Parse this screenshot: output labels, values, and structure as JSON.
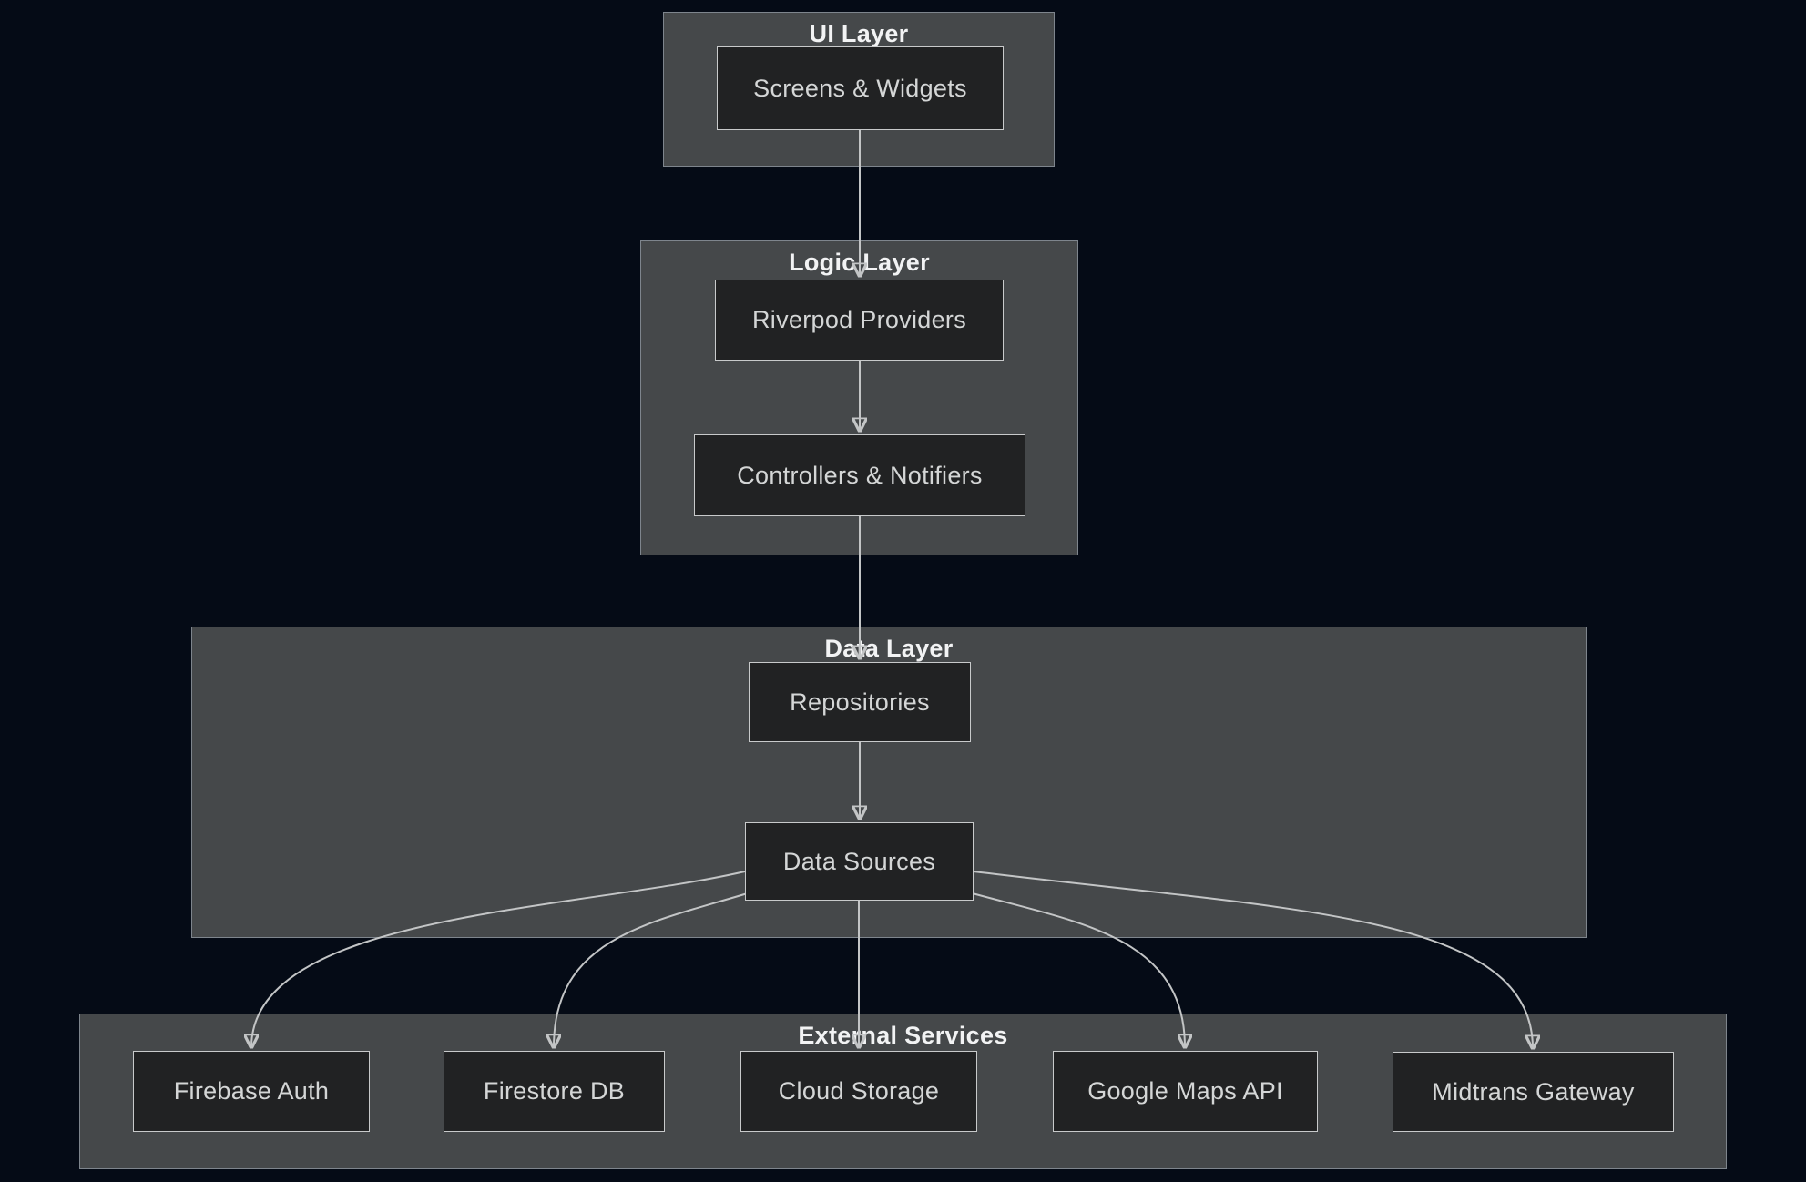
{
  "diagram": {
    "type": "flowchart",
    "direction": "top-down",
    "clusters": [
      {
        "id": "ui_layer",
        "title": "UI Layer",
        "nodes": [
          {
            "id": "screens",
            "label": "Screens & Widgets"
          }
        ]
      },
      {
        "id": "logic_layer",
        "title": "Logic Layer",
        "nodes": [
          {
            "id": "providers",
            "label": "Riverpod Providers"
          },
          {
            "id": "controllers",
            "label": "Controllers & Notifiers"
          }
        ]
      },
      {
        "id": "data_layer",
        "title": "Data Layer",
        "nodes": [
          {
            "id": "repositories",
            "label": "Repositories"
          },
          {
            "id": "datasources",
            "label": "Data Sources"
          }
        ]
      },
      {
        "id": "external_services",
        "title": "External Services",
        "nodes": [
          {
            "id": "firebase_auth",
            "label": "Firebase Auth"
          },
          {
            "id": "firestore_db",
            "label": "Firestore DB"
          },
          {
            "id": "cloud_storage",
            "label": "Cloud Storage"
          },
          {
            "id": "google_maps",
            "label": "Google Maps API"
          },
          {
            "id": "midtrans",
            "label": "Midtrans Gateway"
          }
        ]
      }
    ],
    "edges": [
      {
        "from": "Screens & Widgets",
        "to": "Riverpod Providers"
      },
      {
        "from": "Riverpod Providers",
        "to": "Controllers & Notifiers"
      },
      {
        "from": "Controllers & Notifiers",
        "to": "Repositories"
      },
      {
        "from": "Repositories",
        "to": "Data Sources"
      },
      {
        "from": "Data Sources",
        "to": "Firebase Auth"
      },
      {
        "from": "Data Sources",
        "to": "Firestore DB"
      },
      {
        "from": "Data Sources",
        "to": "Cloud Storage"
      },
      {
        "from": "Data Sources",
        "to": "Google Maps API"
      },
      {
        "from": "Data Sources",
        "to": "Midtrans Gateway"
      }
    ],
    "colors": {
      "background": "#050b16",
      "cluster_fill": "#45484a",
      "cluster_border": "#7e858d",
      "node_fill": "#212223",
      "node_border": "#c8cacb",
      "node_text": "#d4d6d6",
      "cluster_title_text": "#f2f3f4",
      "edge": "#c3c5c6"
    }
  }
}
